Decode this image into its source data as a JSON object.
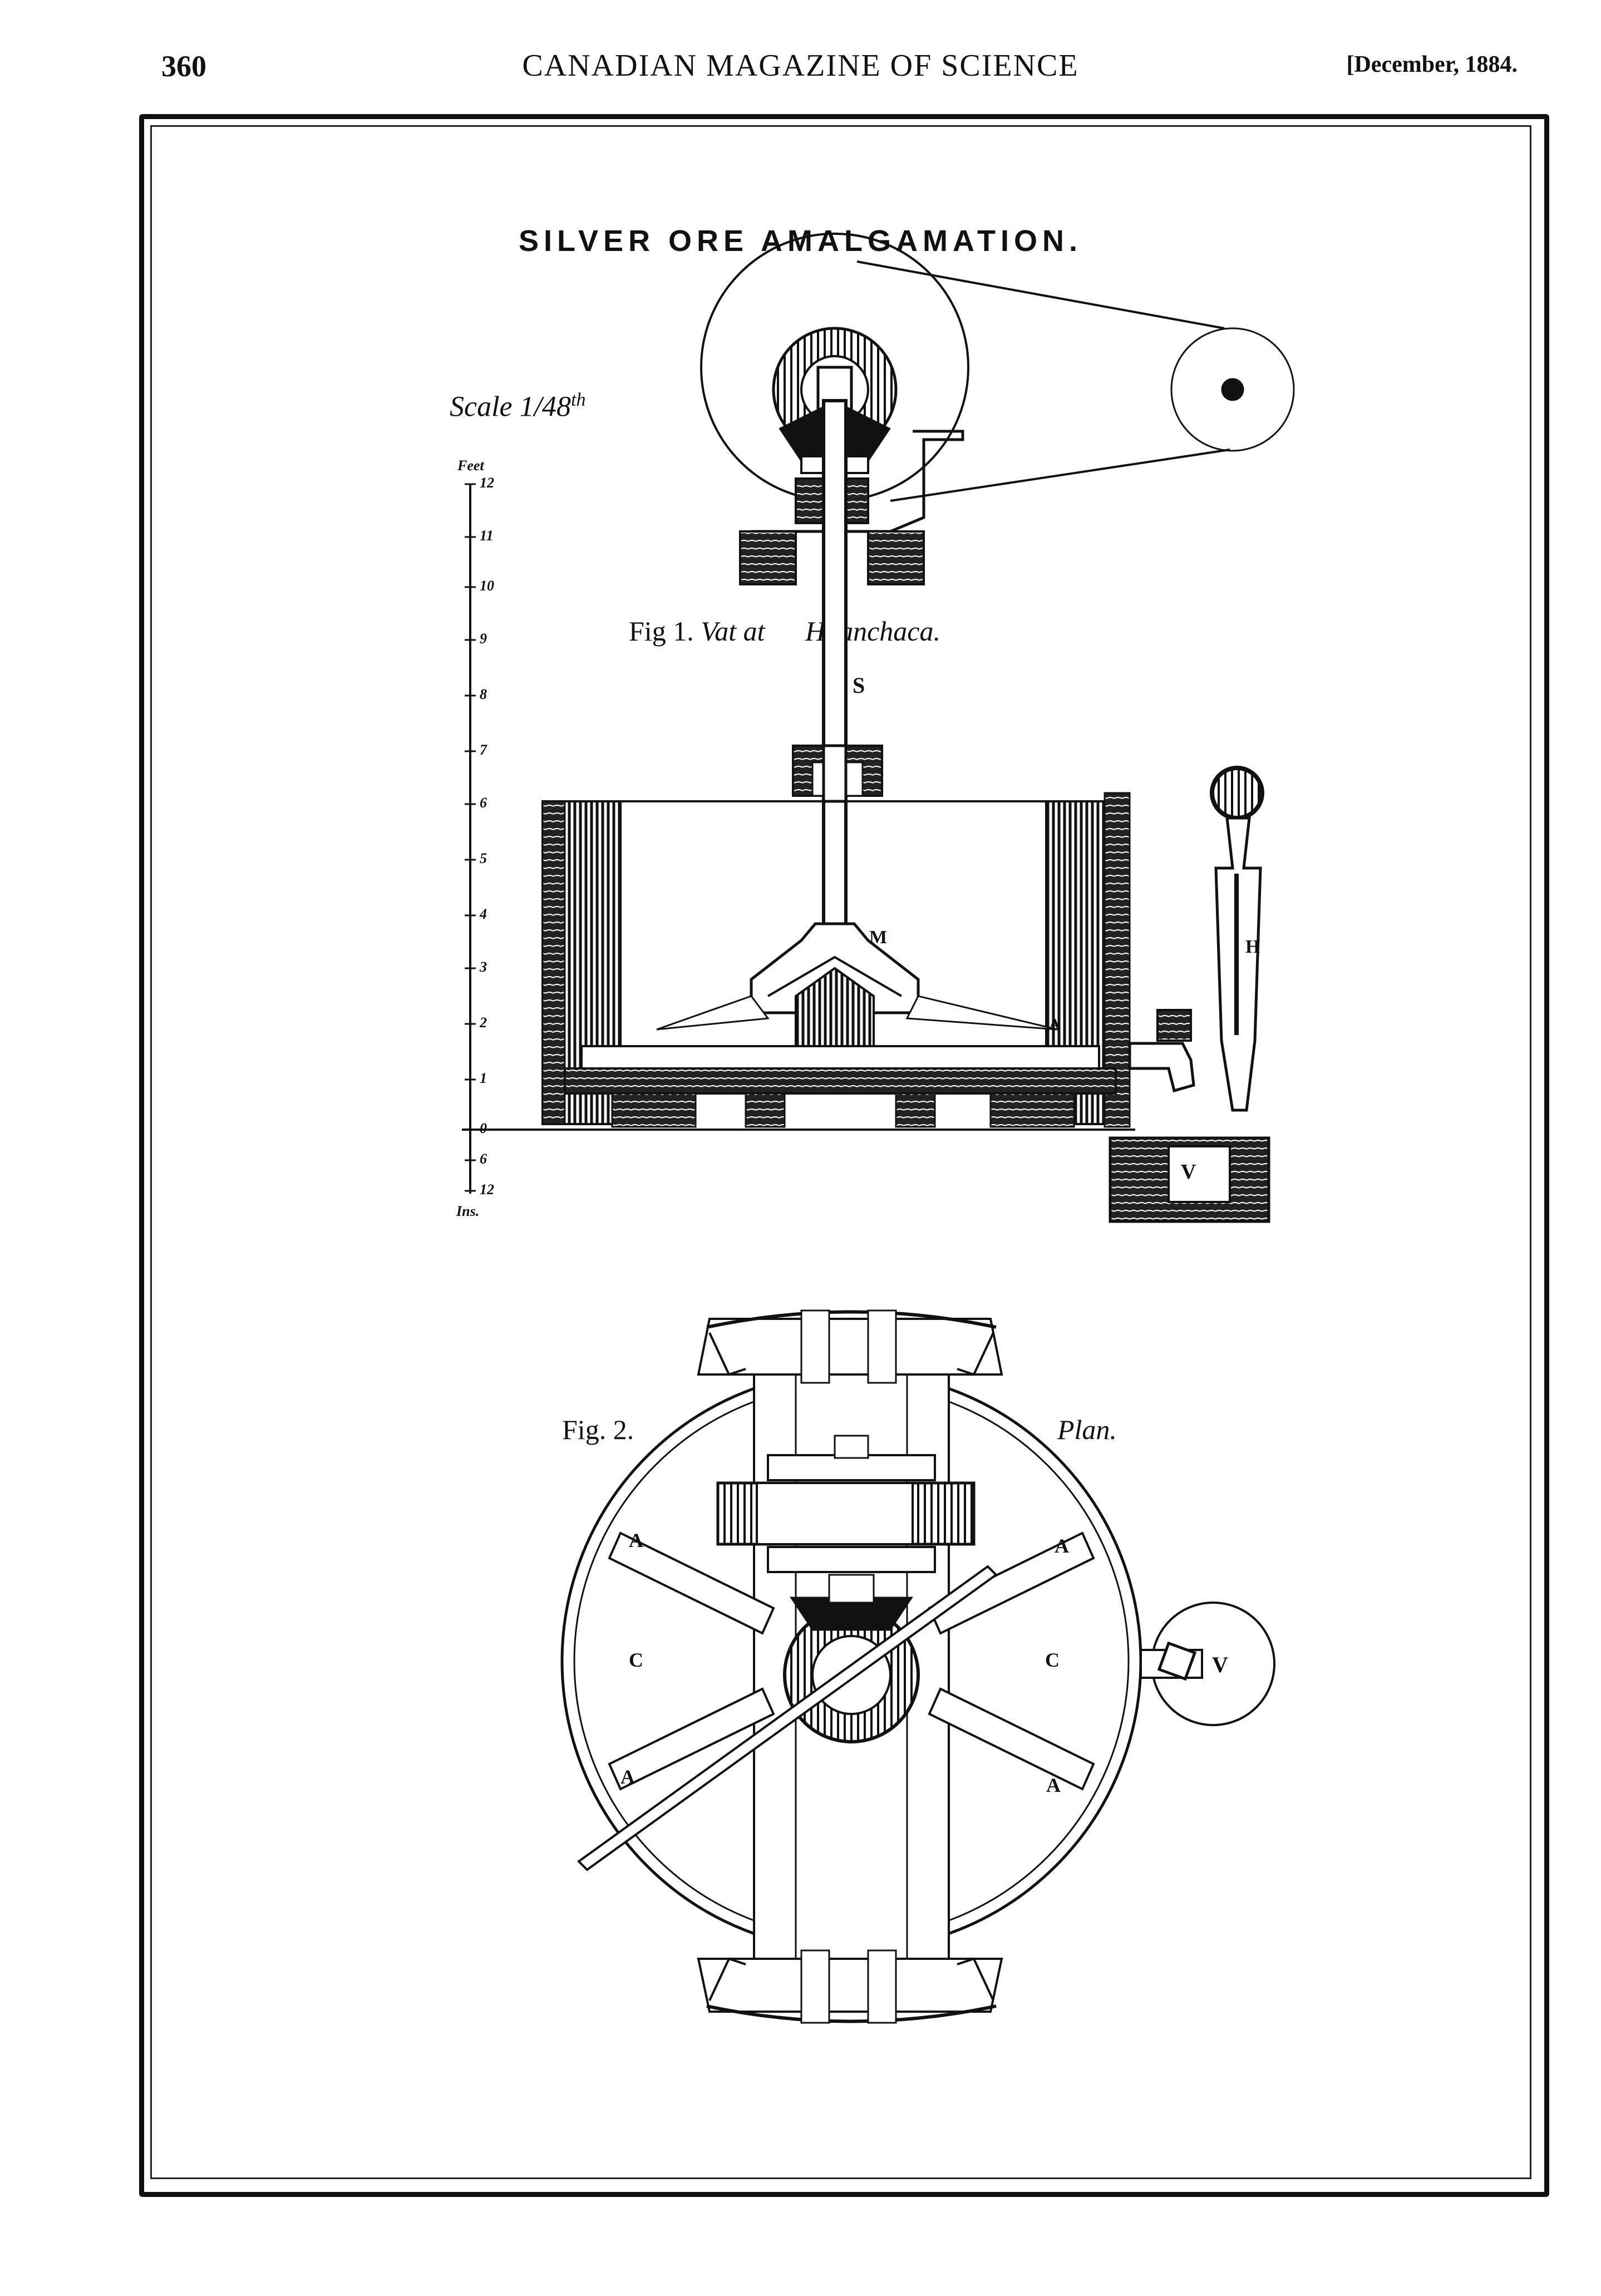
{
  "header": {
    "page_number": "360",
    "running_title": "CANADIAN MAGAZINE OF SCIENCE",
    "issue_date": "[December, 1884."
  },
  "plate": {
    "title": "SILVER ORE AMALGAMATION.",
    "scale_text": "Scale 1/48",
    "scale_suffix": "th",
    "scale_bar": {
      "feet_label": "Feet",
      "inches_label": "Ins.",
      "feet_ticks": [
        "12",
        "11",
        "10",
        "9",
        "8",
        "7",
        "6",
        "5",
        "4",
        "3",
        "2",
        "1",
        "0"
      ],
      "inch_ticks": [
        "6",
        "12"
      ]
    },
    "fig1": {
      "caption_lead": "Fig 1.",
      "caption_italic": "Vat at",
      "caption_place": "Huanchaca.",
      "labels": {
        "shaft": "S",
        "hub": "M",
        "handle": "H",
        "valve": "V",
        "arm": "A"
      }
    },
    "fig2": {
      "caption_lead": "Fig. 2.",
      "caption_view": "Plan.",
      "labels": {
        "arm": "A",
        "compartment": "C",
        "valve": "V"
      }
    }
  },
  "colors": {
    "ink": "#111111",
    "paper": "#ffffff"
  }
}
